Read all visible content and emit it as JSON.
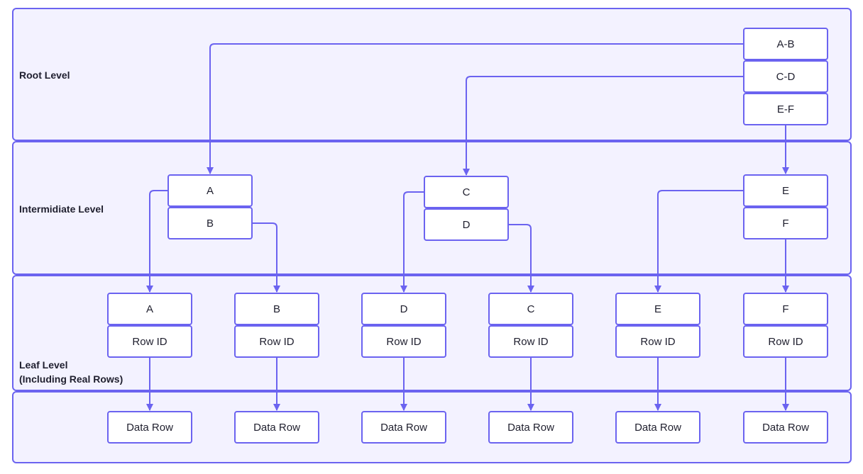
{
  "levels": {
    "root": "Root Level",
    "intermediate": "Intermidiate Level",
    "leaf": "Leaf Level\n(Including Real Rows)"
  },
  "root_nodes": [
    "A-B",
    "C-D",
    "E-F"
  ],
  "intermediate_groups": [
    [
      "A",
      "B"
    ],
    [
      "C",
      "D"
    ],
    [
      "E",
      "F"
    ]
  ],
  "leaf_nodes": [
    {
      "key": "A",
      "row_id": "Row ID"
    },
    {
      "key": "B",
      "row_id": "Row ID"
    },
    {
      "key": "D",
      "row_id": "Row ID"
    },
    {
      "key": "C",
      "row_id": "Row ID"
    },
    {
      "key": "E",
      "row_id": "Row ID"
    },
    {
      "key": "F",
      "row_id": "Row ID"
    }
  ],
  "data_rows": [
    "Data Row",
    "Data Row",
    "Data Row",
    "Data Row",
    "Data Row",
    "Data Row"
  ],
  "colors": {
    "accent": "#6b63f0",
    "band_fill": "#f3f2ff",
    "text": "#1f1f2e"
  }
}
